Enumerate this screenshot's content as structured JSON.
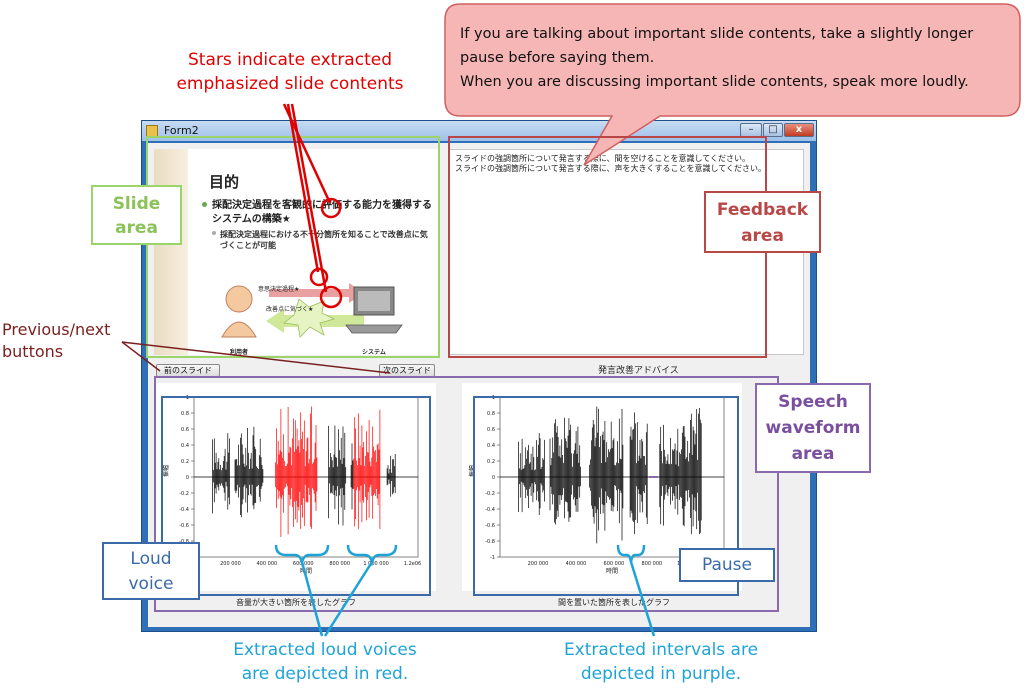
{
  "window": {
    "title": "Form2",
    "minimize": "–",
    "maximize": "□",
    "close": "x"
  },
  "slide": {
    "title": "目的",
    "bullet1": "採配決定過程を客観的に評価する能力を獲得するシステムの構築★",
    "bullet2": "採配決定過程における不十分箇所を知ることで改善点に気づくことが可能",
    "diagram_top_label": "意思決定過程★",
    "diagram_mid_label": "改善点に気づく★",
    "user_label": "利用者",
    "system_label": "システム"
  },
  "feedback": {
    "lines": [
      "スライドの強調箇所について発言する際に、間を空けることを意識してください。",
      "スライドの強調箇所について発言する際に、声を大きくすることを意識してください。"
    ],
    "label": "発言改善アドバイス"
  },
  "buttons": {
    "prev": "前のスライド",
    "next": "次のスライド"
  },
  "graphs": {
    "left_caption": "音量が大きい箇所を表したグラフ",
    "right_caption": "間を置いた箇所を表したグラフ",
    "ylabel": "振幅",
    "xlabel": "時間",
    "left_ticks_x": [
      "200 000",
      "400 000",
      "600 000",
      "800 000",
      "1 000 000",
      "1.2e06"
    ],
    "right_ticks_x": [
      "200 000",
      "400 000",
      "600 000",
      "800 000",
      "1 000 000"
    ],
    "ticks_y": [
      "1",
      "0.8",
      "0.6",
      "0.4",
      "0.2",
      "0",
      "-0.2",
      "-0.4",
      "-0.6",
      "-0.8",
      "-1"
    ]
  },
  "annotations": {
    "callout_lines": [
      "If you are talking about important slide contents, take a slightly longer",
      "pause before saying them.",
      "When you are discussing important slide contents, speak more loudly."
    ],
    "stars_lines": [
      "Stars indicate extracted",
      "emphasized slide contents"
    ],
    "slide_area": [
      "Slide",
      "area"
    ],
    "feedback_area": [
      "Feedback",
      "area"
    ],
    "prevnext": [
      "Previous/next",
      "buttons"
    ],
    "speech_area": [
      "Speech",
      "waveform",
      "area"
    ],
    "loud_voice": [
      "Loud",
      "voice"
    ],
    "pause": "Pause",
    "loud_caption": [
      "Extracted loud voices",
      "are depicted in red."
    ],
    "interval_caption": [
      "Extracted intervals are",
      "depicted in purple."
    ]
  },
  "colors": {
    "red": "#e00000",
    "cyan": "#1ea3d8",
    "green": "#9bd46a",
    "feedback_border": "#b84848",
    "purple": "#8a6aae",
    "blue": "#3a6aa8",
    "waveform": "#000000",
    "loud": "#ff0000"
  }
}
